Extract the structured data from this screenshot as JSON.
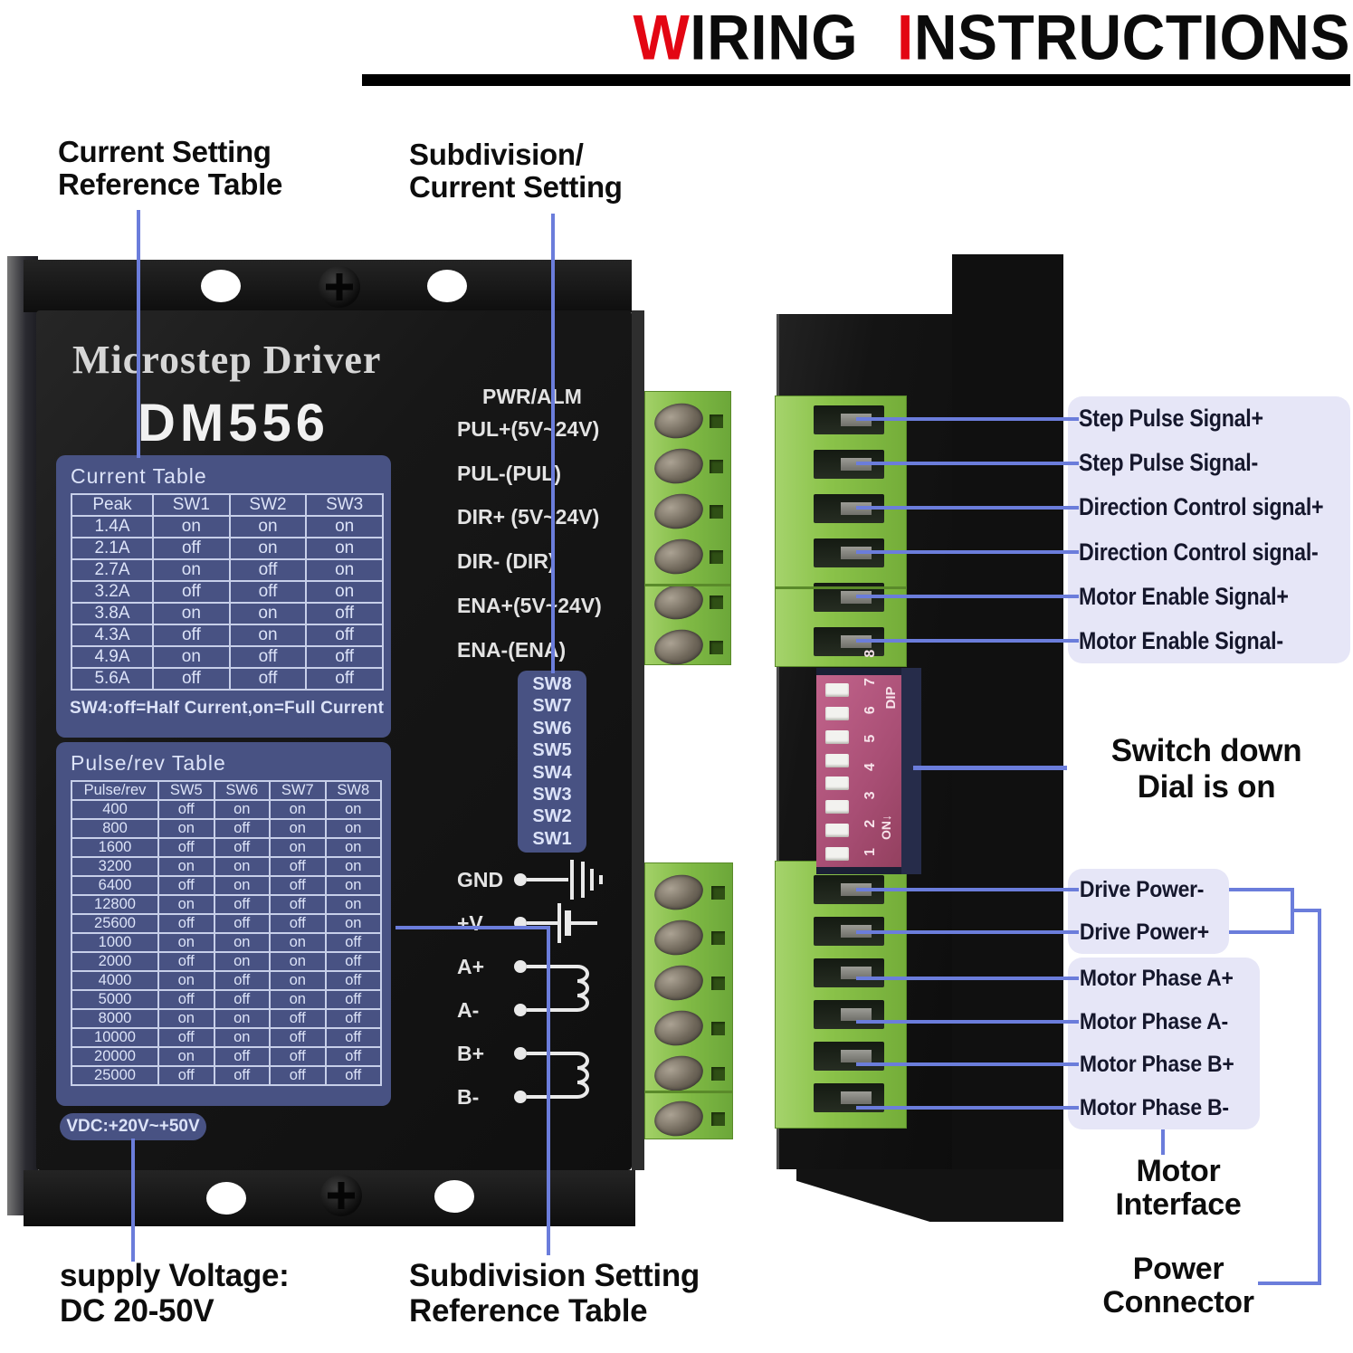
{
  "title": {
    "word1_initial": "W",
    "word1_rest": "IRING",
    "word2_initial": "I",
    "word2_rest": "NSTRUCTIONS"
  },
  "callouts": {
    "current_setting": {
      "line1": "Current Setting",
      "line2": "Reference Table"
    },
    "subdivision_current": {
      "line1": "Subdivision/",
      "line2": "Current Setting"
    },
    "switch_down": {
      "line1": "Switch down",
      "line2": "Dial is on"
    },
    "motor_interface": {
      "line1": "Motor",
      "line2": "Interface"
    },
    "power_connector": {
      "line1": "Power",
      "line2": "Connector"
    },
    "supply_voltage": {
      "line1": "supply Voltage:",
      "line2": "DC 20-50V"
    },
    "subdivision_setting": {
      "line1": "Subdivision Setting",
      "line2": "Reference Table"
    }
  },
  "driver": {
    "brand": "Microstep Driver",
    "model": "DM556",
    "indicator_label": "PWR/ALM",
    "signal_terminals": [
      "PUL+(5V~24V)",
      "PUL-(PUL)",
      "DIR+ (5V~24V)",
      "DIR- (DIR)",
      "ENA+(5V~24V)",
      "ENA-(ENA)"
    ],
    "sw_chip": [
      "SW8",
      "SW7",
      "SW6",
      "SW5",
      "SW4",
      "SW3",
      "SW2",
      "SW1"
    ],
    "power_terminals": [
      "GND",
      "+V",
      "A+",
      "A-",
      "B+",
      "B-"
    ],
    "vdc_note": "VDC:+20V~+50V"
  },
  "current_table": {
    "title": "Current Table",
    "headers": [
      "Peak",
      "SW1",
      "SW2",
      "SW3"
    ],
    "rows": [
      [
        "1.4A",
        "on",
        "on",
        "on"
      ],
      [
        "2.1A",
        "off",
        "on",
        "on"
      ],
      [
        "2.7A",
        "on",
        "off",
        "on"
      ],
      [
        "3.2A",
        "off",
        "off",
        "on"
      ],
      [
        "3.8A",
        "on",
        "on",
        "off"
      ],
      [
        "4.3A",
        "off",
        "on",
        "off"
      ],
      [
        "4.9A",
        "on",
        "off",
        "off"
      ],
      [
        "5.6A",
        "off",
        "off",
        "off"
      ]
    ],
    "note": "SW4:off=Half Current,on=Full Current"
  },
  "pulse_table": {
    "title": "Pulse/rev Table",
    "headers": [
      "Pulse/rev",
      "SW5",
      "SW6",
      "SW7",
      "SW8"
    ],
    "rows": [
      [
        "400",
        "off",
        "on",
        "on",
        "on"
      ],
      [
        "800",
        "on",
        "off",
        "on",
        "on"
      ],
      [
        "1600",
        "off",
        "off",
        "on",
        "on"
      ],
      [
        "3200",
        "on",
        "on",
        "off",
        "on"
      ],
      [
        "6400",
        "off",
        "on",
        "off",
        "on"
      ],
      [
        "12800",
        "on",
        "off",
        "off",
        "on"
      ],
      [
        "25600",
        "off",
        "off",
        "off",
        "on"
      ],
      [
        "1000",
        "on",
        "on",
        "on",
        "off"
      ],
      [
        "2000",
        "off",
        "on",
        "on",
        "off"
      ],
      [
        "4000",
        "on",
        "off",
        "on",
        "off"
      ],
      [
        "5000",
        "off",
        "off",
        "on",
        "off"
      ],
      [
        "8000",
        "on",
        "on",
        "off",
        "off"
      ],
      [
        "10000",
        "off",
        "on",
        "off",
        "off"
      ],
      [
        "20000",
        "on",
        "off",
        "off",
        "off"
      ],
      [
        "25000",
        "off",
        "off",
        "off",
        "off"
      ]
    ]
  },
  "dip_switch": {
    "numbers": "1 2 3 4 5 6 7 8",
    "on_label": "ON↓",
    "dip_label": "DIP"
  },
  "labels": {
    "signals": [
      "Step Pulse Signal+",
      "Step Pulse Signal-",
      "Direction Control signal+",
      "Direction Control signal-",
      "Motor Enable Signal+",
      "Motor Enable Signal-"
    ],
    "power": [
      "Drive Power-",
      "Drive Power+"
    ],
    "motor": [
      "Motor Phase A+",
      "Motor Phase A-",
      "Motor Phase B+",
      "Motor Phase B-"
    ]
  },
  "colors": {
    "accent_red": "#e30613",
    "pointer_blue": "#6b7ddb",
    "panel_navy": "#485283",
    "panel_text": "#dce3f8",
    "label_box": "#e6e6f7",
    "label_text": "#15172c"
  }
}
